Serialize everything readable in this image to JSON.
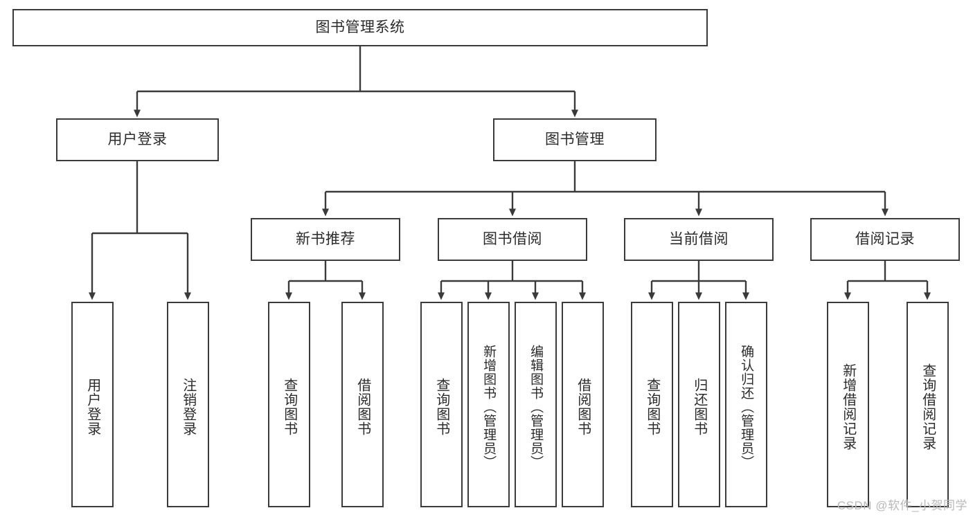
{
  "diagram": {
    "title": "图书管理系统",
    "type": "tree",
    "orientation": "top-down",
    "colors": {
      "box_border": "#3a3a3a",
      "box_fill": "#ffffff",
      "connector": "#3a3a3a",
      "text": "#2b2b2b",
      "watermark": "#b9b9b9"
    },
    "root": {
      "id": "root",
      "label": "图书管理系统"
    },
    "level2": [
      {
        "id": "user-login",
        "label": "用户登录"
      },
      {
        "id": "book-manage",
        "label": "图书管理"
      }
    ],
    "level3": [
      {
        "id": "new-book-recommend",
        "label": "新书推荐",
        "parent": "book-manage"
      },
      {
        "id": "book-borrow",
        "label": "图书借阅",
        "parent": "book-manage"
      },
      {
        "id": "current-borrow",
        "label": "当前借阅",
        "parent": "book-manage"
      },
      {
        "id": "borrow-record",
        "label": "借阅记录",
        "parent": "book-manage"
      }
    ],
    "leaves": [
      {
        "id": "leaf-user-login",
        "label": "用户登录",
        "parent": "user-login"
      },
      {
        "id": "leaf-logout-login",
        "label": "注销登录",
        "parent": "user-login"
      },
      {
        "id": "leaf-query-book-1",
        "label": "查询图书",
        "parent": "new-book-recommend"
      },
      {
        "id": "leaf-borrow-book-1",
        "label": "借阅图书",
        "parent": "new-book-recommend"
      },
      {
        "id": "leaf-query-book-2",
        "label": "查询图书",
        "parent": "book-borrow"
      },
      {
        "id": "leaf-add-book",
        "label": "新增图书（管理员）",
        "parent": "book-borrow"
      },
      {
        "id": "leaf-edit-book",
        "label": "编辑图书（管理员）",
        "parent": "book-borrow"
      },
      {
        "id": "leaf-borrow-book-2",
        "label": "借阅图书",
        "parent": "book-borrow"
      },
      {
        "id": "leaf-query-book-3",
        "label": "查询图书",
        "parent": "current-borrow"
      },
      {
        "id": "leaf-return-book",
        "label": "归还图书",
        "parent": "current-borrow"
      },
      {
        "id": "leaf-confirm-return",
        "label": "确认归还（管理员）",
        "parent": "current-borrow"
      },
      {
        "id": "leaf-add-record",
        "label": "新增借阅记录",
        "parent": "borrow-record"
      },
      {
        "id": "leaf-query-record",
        "label": "查询借阅记录",
        "parent": "borrow-record"
      }
    ]
  },
  "watermark": {
    "text": "CSDN @软件_小贺同学"
  }
}
